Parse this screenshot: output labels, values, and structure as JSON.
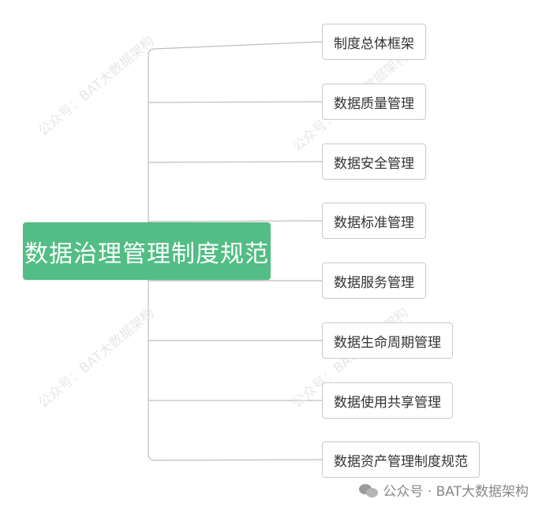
{
  "diagram": {
    "root": {
      "label": "数据治理管理制度规范"
    },
    "branches": [
      {
        "label": "制度总体框架"
      },
      {
        "label": "数据质量管理"
      },
      {
        "label": "数据安全管理"
      },
      {
        "label": "数据标准管理"
      },
      {
        "label": "数据服务管理"
      },
      {
        "label": "数据生命周期管理"
      },
      {
        "label": "数据使用共享管理"
      },
      {
        "label": "数据资产管理制度规范"
      }
    ]
  },
  "watermark": {
    "text": "公众号：BAT大数据架构"
  },
  "footer": {
    "text": "公众号 · BAT大数据架构",
    "icon": "wechat-icon"
  },
  "colors": {
    "root_fill": "#52bd84",
    "connector": "#bdbdbd",
    "node_border": "#c9c9c9"
  }
}
